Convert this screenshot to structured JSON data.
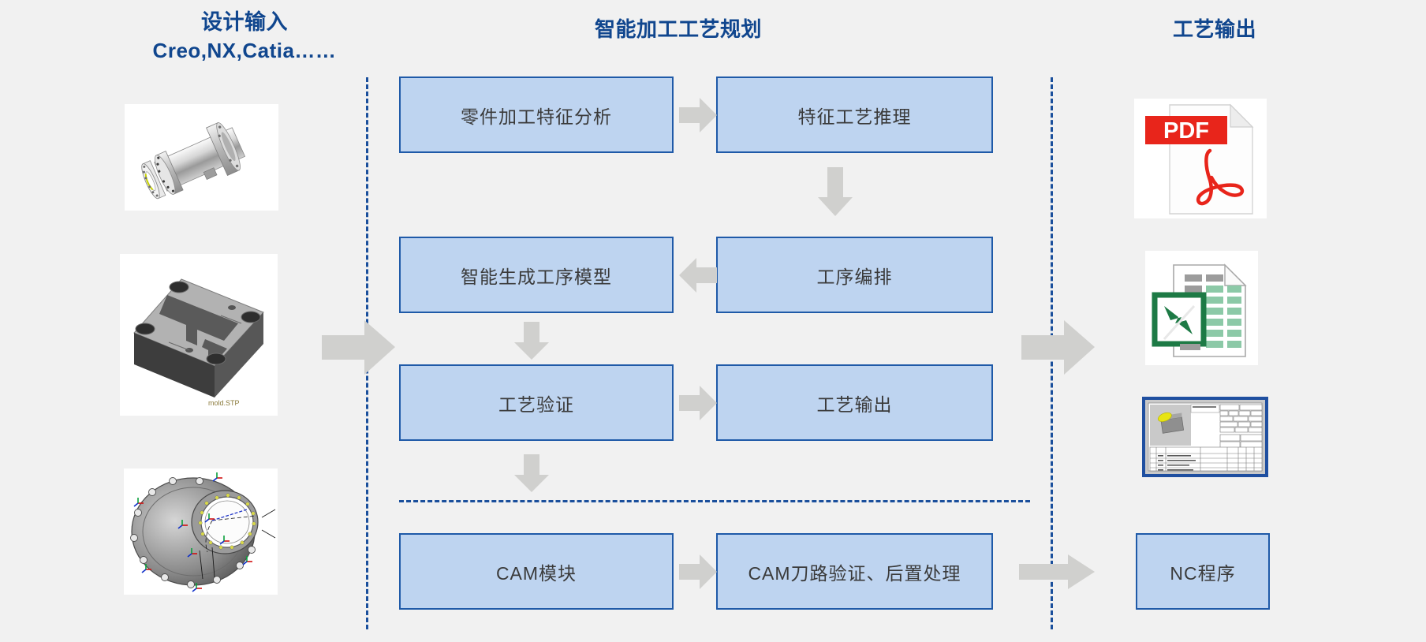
{
  "headers": {
    "design_input_line1": "设计输入",
    "design_input_line2": "Creo,NX,Catia……",
    "planning": "智能加工工艺规划",
    "process_output": "工艺输出"
  },
  "colors": {
    "header_blue": "#10468e",
    "box_fill": "#bed4f0",
    "box_border": "#1f5aa8",
    "dash_blue": "#1a4f9c",
    "arrow_gray": "#d0d0ce",
    "background": "#f1f1f1",
    "pdf_red": "#e8251b",
    "excel_green": "#1d7a45"
  },
  "process_boxes": [
    {
      "id": "feature",
      "label": "零件加工特征分析"
    },
    {
      "id": "reason",
      "label": "特征工艺推理"
    },
    {
      "id": "genmodel",
      "label": "智能生成工序模型"
    },
    {
      "id": "sequence",
      "label": "工序编排"
    },
    {
      "id": "verify",
      "label": "工艺验证"
    },
    {
      "id": "output",
      "label": "工艺输出"
    },
    {
      "id": "cam",
      "label": "CAM模块"
    },
    {
      "id": "campath",
      "label": "CAM刀路验证、后置处理"
    },
    {
      "id": "nc",
      "label": "NC程序"
    }
  ],
  "arrows": [
    {
      "id": "row1-right",
      "direction": "right",
      "from": "零件加工特征分析",
      "to": "特征工艺推理"
    },
    {
      "id": "reason-down",
      "direction": "down",
      "from": "特征工艺推理",
      "to": "工序编排"
    },
    {
      "id": "row2-left",
      "direction": "left",
      "from": "工序编排",
      "to": "智能生成工序模型"
    },
    {
      "id": "genmodel-down",
      "direction": "down",
      "from": "智能生成工序模型",
      "to": "工艺验证"
    },
    {
      "id": "row3-right",
      "direction": "right",
      "from": "工艺验证",
      "to": "工艺输出"
    },
    {
      "id": "verify-down",
      "direction": "down",
      "from": "工艺验证",
      "to": "CAM模块"
    },
    {
      "id": "row4-right",
      "direction": "right",
      "from": "CAM模块",
      "to": "CAM刀路验证、后置处理"
    },
    {
      "id": "input-right",
      "direction": "right",
      "from": "设计输入",
      "to": "智能加工工艺规划"
    },
    {
      "id": "output-right",
      "direction": "right",
      "from": "工艺输出",
      "to": "工艺输出文件"
    },
    {
      "id": "nc-right",
      "direction": "right",
      "from": "CAM刀路验证、后置处理",
      "to": "NC程序"
    }
  ],
  "design_thumbnails": [
    {
      "id": "shaft",
      "name": "shaft-flange-cad-model"
    },
    {
      "id": "mold",
      "name": "mold-die-block-cad-model"
    },
    {
      "id": "casing",
      "name": "engine-casing-cad-model"
    }
  ],
  "output_icons": [
    {
      "id": "pdf",
      "name": "pdf-file-icon",
      "label": "PDF"
    },
    {
      "id": "excel",
      "name": "excel-file-icon",
      "label": ""
    },
    {
      "id": "sheet",
      "name": "process-sheet-drawing-thumbnail",
      "label": ""
    }
  ]
}
